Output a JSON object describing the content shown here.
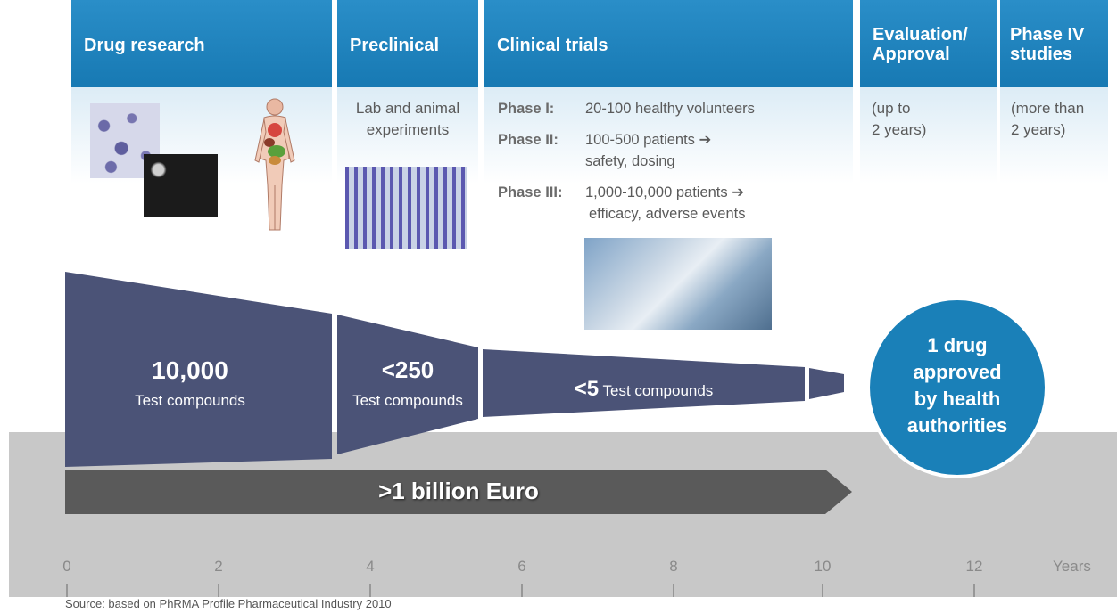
{
  "headers": {
    "drug_research": "Drug research",
    "preclinical": "Preclinical",
    "clinical_trials": "Clinical trials",
    "evaluation_line1": "Evaluation/",
    "evaluation_line2": "Approval",
    "phase4_line1": "Phase IV",
    "phase4_line2": "studies"
  },
  "preclinical_text": {
    "line1": "Lab and animal",
    "line2": "experiments"
  },
  "phases": {
    "p1_label": "Phase I:",
    "p1_text": "20-100 healthy volunteers",
    "p2_label": "Phase II:",
    "p2_text": "100-500 patients ➔",
    "p2_text2": "safety, dosing",
    "p3_label": "Phase III:",
    "p3_text": "1,000-10,000 patients ➔",
    "p3_text2": "efficacy, adverse events"
  },
  "evaluation_text": {
    "line1": "(up to",
    "line2": "2 years)"
  },
  "phase4_text": {
    "line1": "(more than",
    "line2": "2 years)"
  },
  "funnel": {
    "seg1_number": "10,000",
    "seg1_label": "Test compounds",
    "seg2_number": "<250",
    "seg2_label": "Test compounds",
    "seg3_number": "<5",
    "seg3_label": "Test compounds"
  },
  "result_circle": {
    "line1": "1 drug",
    "line2": "approved",
    "line3": "by health",
    "line4": "authorities"
  },
  "cost_arrow": {
    "label": ">1 billion Euro"
  },
  "timeline": {
    "ticks": [
      "0",
      "2",
      "4",
      "6",
      "8",
      "10",
      "12"
    ],
    "unit": "Years"
  },
  "source": "Source: based on PhRMA Profile Pharmaceutical Industry 2010",
  "colors": {
    "header_blue": "#1a7db8",
    "funnel": "#4b5377",
    "circle": "#1a80b8",
    "ground": "#c8c8c8",
    "arrow": "#5a5a5a"
  }
}
